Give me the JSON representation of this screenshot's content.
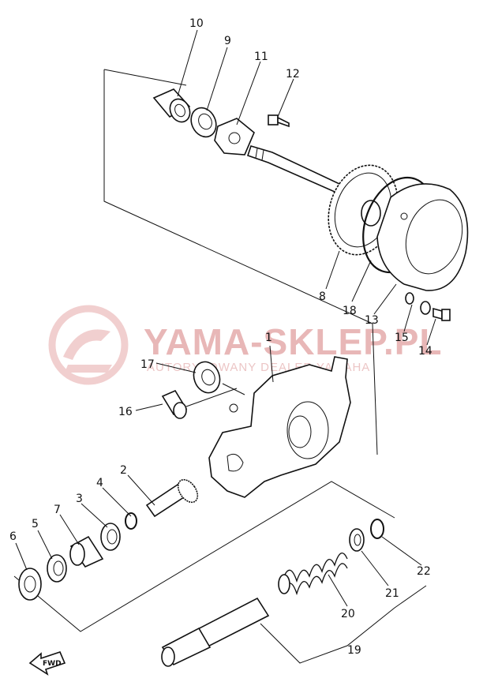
{
  "watermark": {
    "title": "YAMA-SKLEP.PL",
    "subtitle": "AUTORYZOWANY DEALER YAMAHA",
    "color": "#e8b7b7"
  },
  "fwd_label": "FWD",
  "callouts": [
    {
      "id": "1",
      "label": "1"
    },
    {
      "id": "2",
      "label": "2"
    },
    {
      "id": "3",
      "label": "3"
    },
    {
      "id": "4",
      "label": "4"
    },
    {
      "id": "5",
      "label": "5"
    },
    {
      "id": "6",
      "label": "6"
    },
    {
      "id": "7",
      "label": "7"
    },
    {
      "id": "8",
      "label": "8"
    },
    {
      "id": "9",
      "label": "9"
    },
    {
      "id": "10",
      "label": "10"
    },
    {
      "id": "11",
      "label": "11"
    },
    {
      "id": "12",
      "label": "12"
    },
    {
      "id": "13",
      "label": "13"
    },
    {
      "id": "14",
      "label": "14"
    },
    {
      "id": "15",
      "label": "15"
    },
    {
      "id": "16",
      "label": "16"
    },
    {
      "id": "17",
      "label": "17"
    },
    {
      "id": "18",
      "label": "18"
    },
    {
      "id": "19",
      "label": "19"
    },
    {
      "id": "20",
      "label": "20"
    },
    {
      "id": "21",
      "label": "21"
    },
    {
      "id": "22",
      "label": "22"
    }
  ]
}
